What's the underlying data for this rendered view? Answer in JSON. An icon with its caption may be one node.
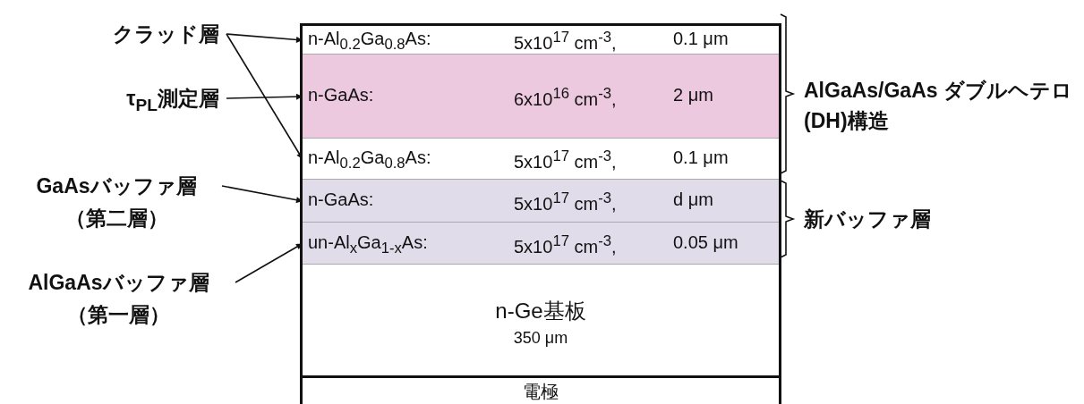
{
  "diagram": {
    "nodes": [
      {
        "text": [
          "クラッド層"
        ]
      },
      {
        "text": [
          "τ$_{PL}$測定層"
        ]
      },
      {
        "text": [
          "GaAsバッファ層（第二層）"
        ]
      },
      {
        "text": [
          "AlGaAsバッファ層（第一層）"
        ]
      },
      {
        "text": [
          "n-Al$_{0.2}$Ga$_{0.8}$As:",
          "5x10$^{17}$ cm$^{-3}$,",
          "0.1 μm"
        ]
      },
      {
        "text": [
          "n-GaAs:",
          "6x10$^{16}$ cm$^{-3}$,",
          "2 μm"
        ]
      },
      {
        "text": [
          "n-Al$_{0.2}$Ga$_{0.8}$As:",
          "5x10$^{17}$ cm$^{-3}$,",
          "0.1 μm"
        ]
      },
      {
        "text": [
          "n-GaAs:",
          "5x10$^{17}$ cm$^{-3}$,",
          "d μm"
        ]
      },
      {
        "text": [
          "un-Al$_{x}$Ga$_{1-x}$As:",
          "5x10$^{17}$ cm$^{-3}$,",
          "0.05 μm"
        ]
      },
      {
        "text": [
          "n-Ge基板",
          "350 μm"
        ]
      },
      {
        "text": [
          "電極"
        ]
      }
    ],
    "edges": [
      {
        "from": 0,
        "to": 4,
        "arrow": "to"
      },
      {
        "from": 0,
        "to": 6,
        "arrow": "to"
      },
      {
        "from": 1,
        "to": 5,
        "arrow": "to"
      },
      {
        "from": 2,
        "to": 7,
        "arrow": "to"
      },
      {
        "from": 3,
        "to": 8,
        "arrow": "to"
      }
    ],
    "labels": [
      "AlGaAs/GaAs ダブルヘテロ(DH)構造",
      "新バッファ層"
    ]
  }
}
